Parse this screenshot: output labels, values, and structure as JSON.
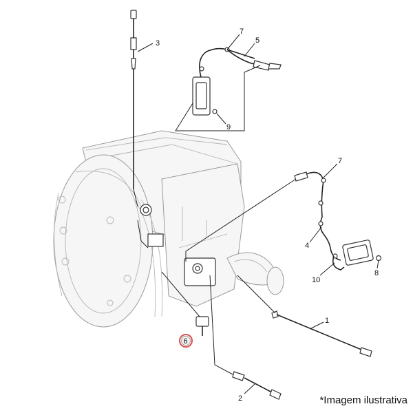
{
  "callouts": {
    "c1": "1",
    "c2": "2",
    "c3": "3",
    "c4": "4",
    "c5": "5",
    "c6": "6",
    "c7a": "7",
    "c7b": "7",
    "c8": "8",
    "c9": "9",
    "c10": "10"
  },
  "caption": "*Imagem ilustrativa",
  "colors": {
    "highlight_ring": "#d9534f"
  }
}
